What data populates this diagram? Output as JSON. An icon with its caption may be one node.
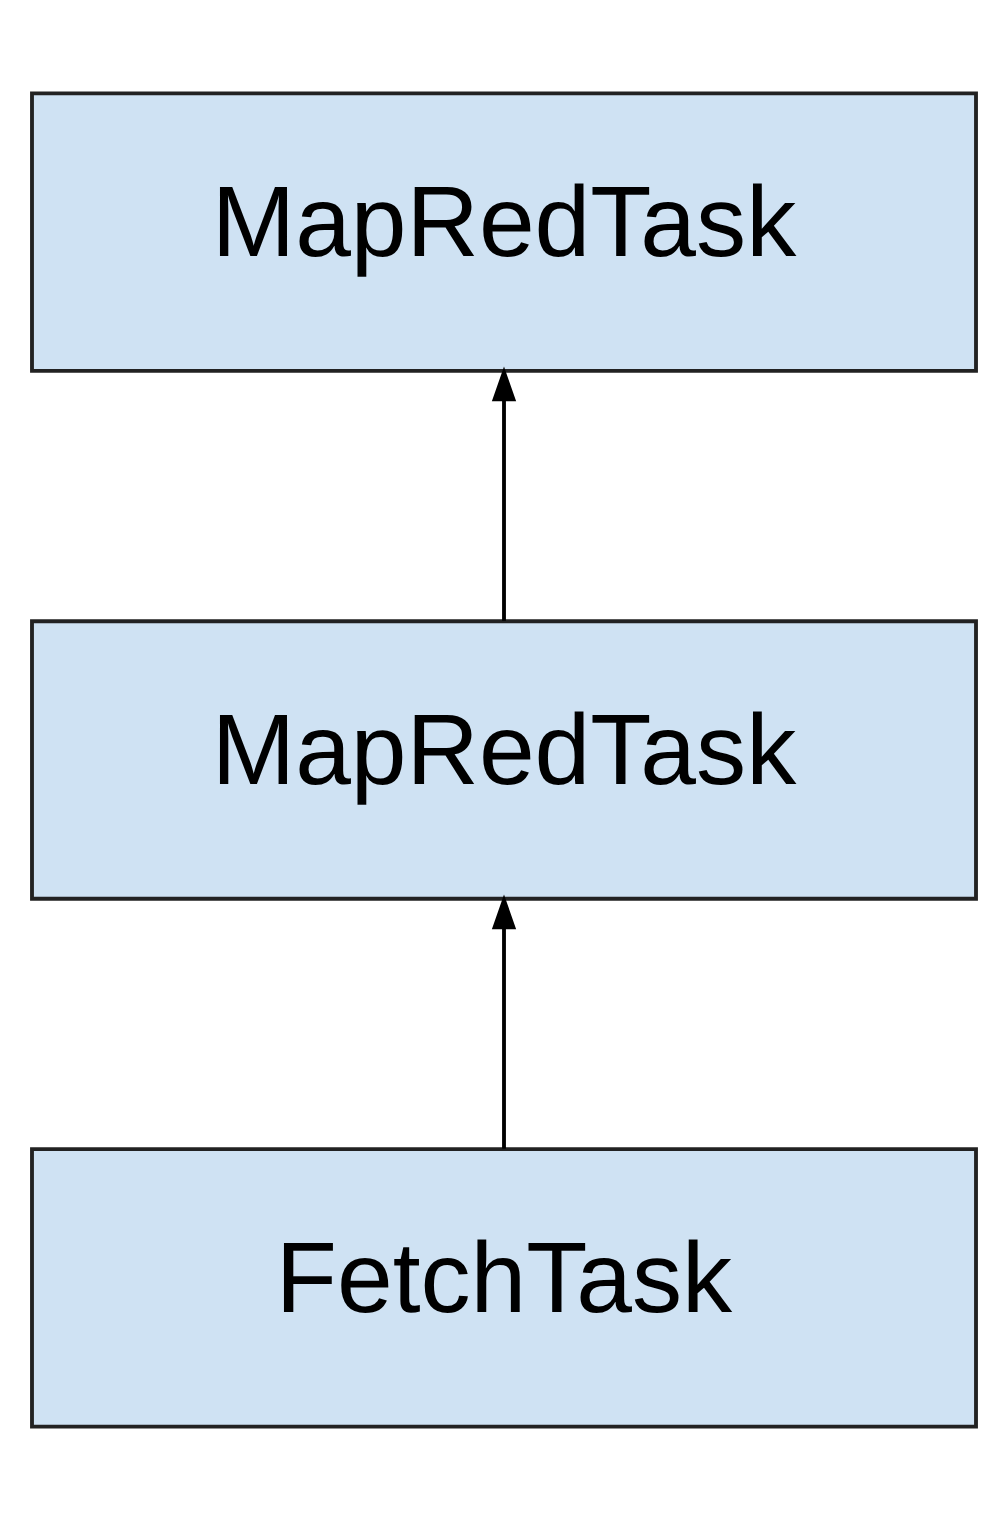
{
  "diagram": {
    "nodes": [
      {
        "text": [
          "MapRedTask"
        ]
      },
      {
        "text": [
          "MapRedTask"
        ]
      },
      {
        "text": [
          "FetchTask"
        ]
      }
    ],
    "edges": [
      {
        "from": 2,
        "to": 1,
        "arrow": "to"
      },
      {
        "from": 1,
        "to": 0,
        "arrow": "to"
      }
    ]
  }
}
